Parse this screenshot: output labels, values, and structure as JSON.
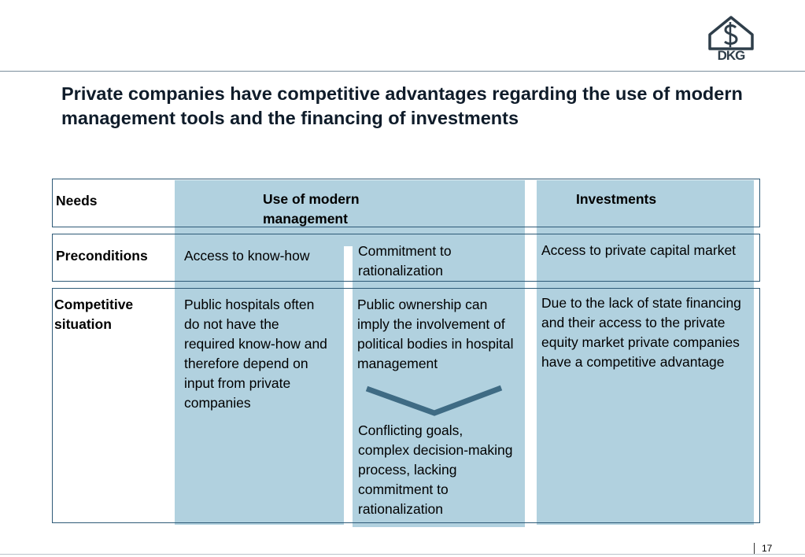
{
  "slide": {
    "title": "Private companies have competitive advantages regarding the use of modern management tools and the financing of investments",
    "logo_text": "DKG",
    "page_number": "17"
  },
  "rows": {
    "needs": "Needs",
    "preconditions": "Preconditions",
    "competitive": "Competitive situation"
  },
  "columns": {
    "management": "Use of modern management",
    "investments": "Investments"
  },
  "preconditions": {
    "know_how": "Access to know-how",
    "commitment": "Commitment to rationalization",
    "capital": "Access to private capital market"
  },
  "competitive": {
    "know_how": "Public hospitals often do not have the required know-how and therefore depend on input from private companies",
    "ownership": "Public ownership can imply the involvement of political bodies in hospital management",
    "conflicts": "Conflicting goals, complex decision-making process, lacking commitment to rationalization",
    "investments": "Due to the lack of state financing and their access to the private equity market private companies have a competitive advantage"
  },
  "colors": {
    "column_fill": "#b1d1df",
    "box_border": "#2e5a77",
    "chevron": "#3f6b84",
    "title": "#0f1c2a"
  },
  "icons": [
    "dkg-house-dollar-logo",
    "chevron-down-icon"
  ]
}
